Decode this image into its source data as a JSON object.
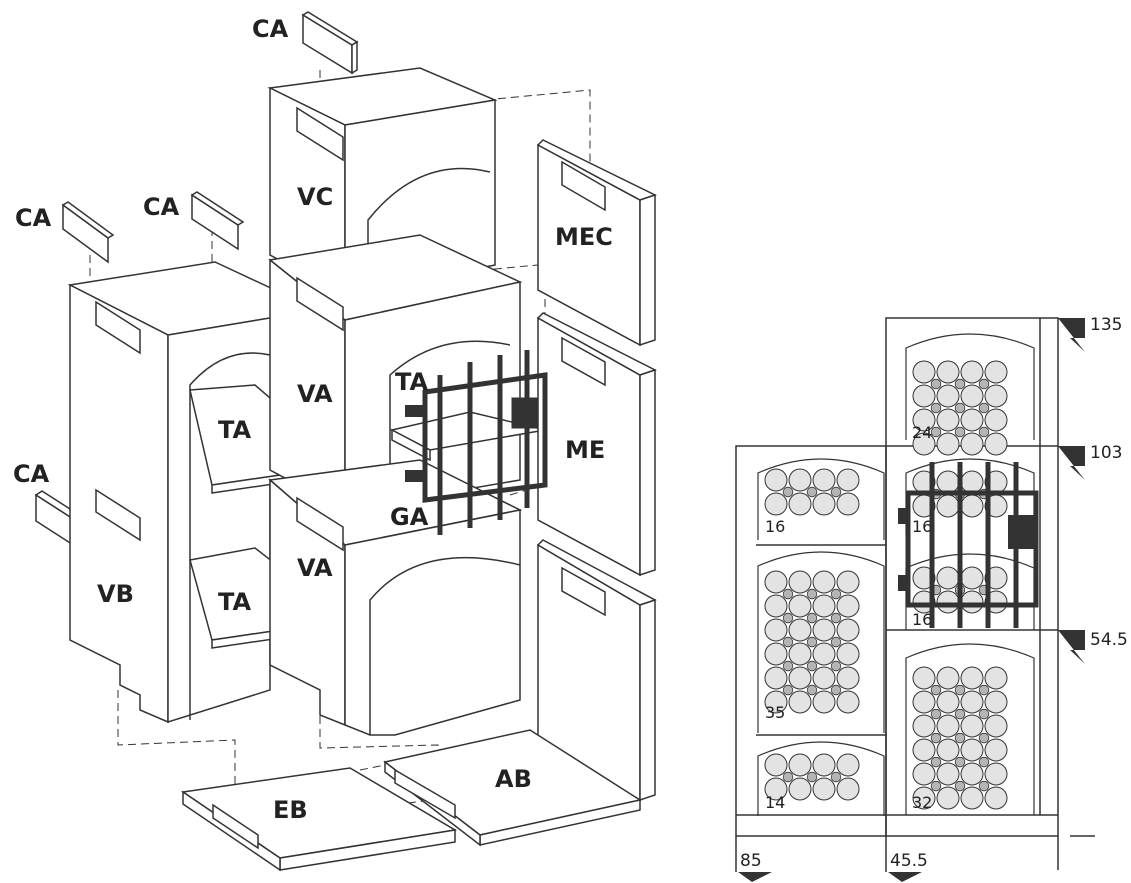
{
  "exploded_view": {
    "labels": {
      "ca_top": "CA",
      "ca_left": "CA",
      "ca_mid": "CA",
      "ca_side": "CA",
      "vc": "VC",
      "mec": "MEC",
      "va_upper": "VA",
      "va_lower": "VA",
      "ta_gate": "TA",
      "ta_upper": "TA",
      "ta_lower": "TA",
      "me": "ME",
      "ga": "GA",
      "vb": "VB",
      "eb": "EB",
      "ab": "AB"
    }
  },
  "layout_view": {
    "compartments": [
      {
        "count": "24"
      },
      {
        "count": "16"
      },
      {
        "count": "16"
      },
      {
        "count": "16"
      },
      {
        "count": "35"
      },
      {
        "count": "14"
      },
      {
        "count": "32"
      }
    ],
    "heights": [
      "135",
      "103",
      "54.5"
    ],
    "widths": [
      "85",
      "45.5"
    ]
  },
  "colors": {
    "line": "#333333",
    "bottle_fill": "#e3e3e3",
    "bottle_inner": "#b5b5b5"
  }
}
